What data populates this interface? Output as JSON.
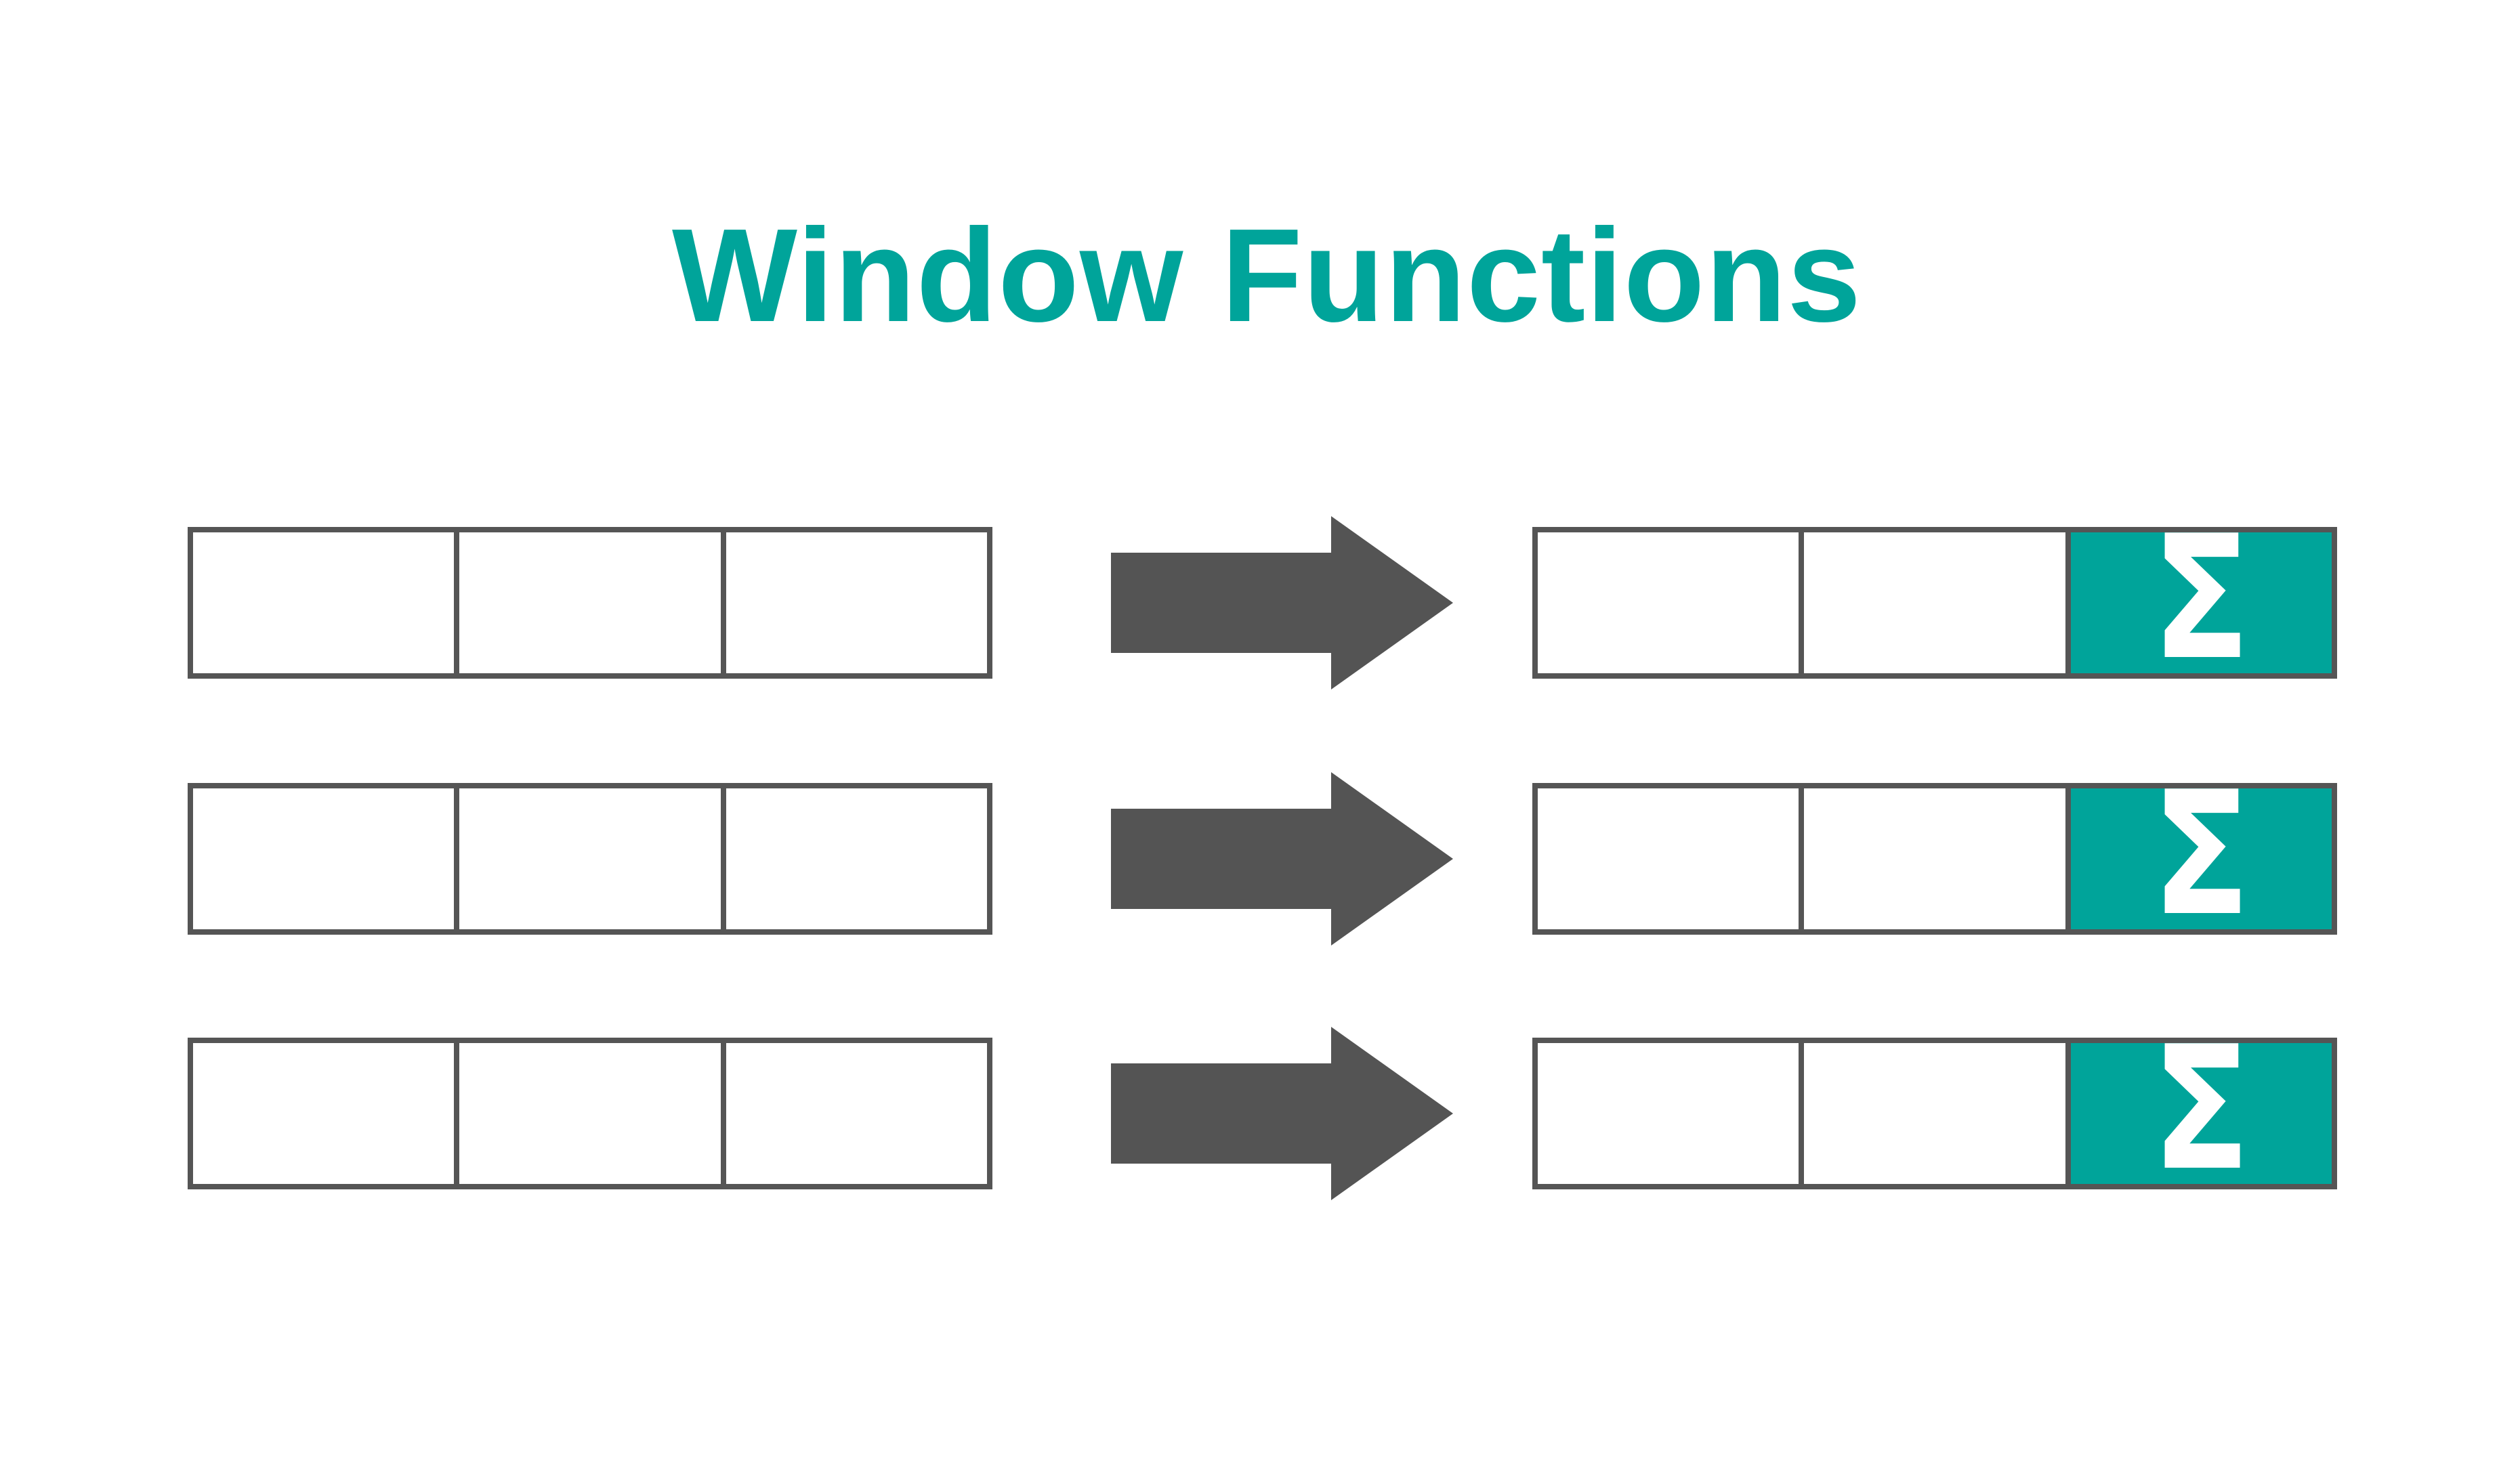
{
  "title": {
    "text": "Window Functions"
  },
  "colors": {
    "accent_teal": "#00a49a",
    "arrow_gray": "#545454",
    "table_border": "#555555",
    "background": "#ffffff",
    "sigma_white": "#ffffff"
  },
  "diagram": {
    "description_visible_text_only": "",
    "rows": [
      {
        "input_cells": [
          "",
          "",
          ""
        ],
        "output_cells": [
          "",
          ""
        ],
        "aggregate_label": "Σ"
      },
      {
        "input_cells": [
          "",
          "",
          ""
        ],
        "output_cells": [
          "",
          ""
        ],
        "aggregate_label": "Σ"
      },
      {
        "input_cells": [
          "",
          "",
          ""
        ],
        "output_cells": [
          "",
          ""
        ],
        "aggregate_label": "Σ"
      }
    ]
  }
}
